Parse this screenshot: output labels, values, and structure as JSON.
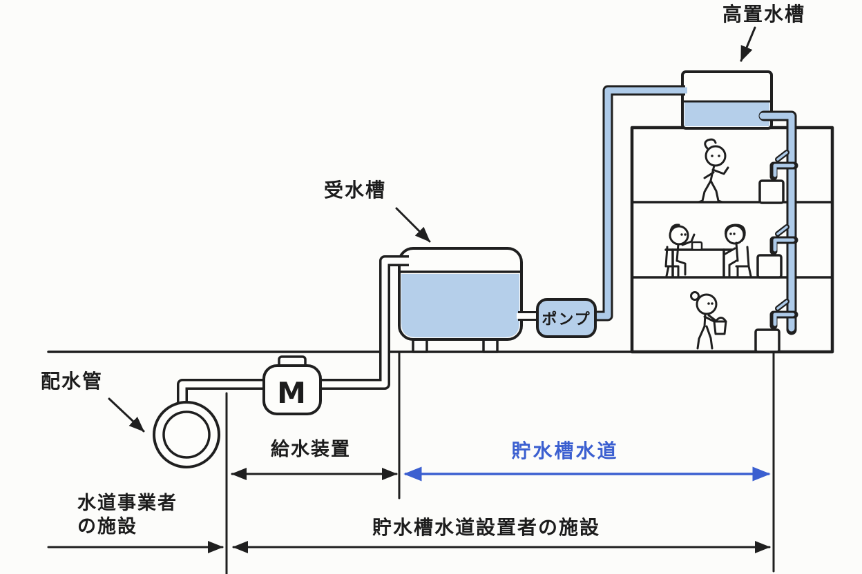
{
  "diagram": {
    "labels": {
      "elevated_tank": "高置水槽",
      "receiving_tank": "受水槽",
      "pump": "ポンプ",
      "meter": "M",
      "distribution_pipe": "配水管",
      "supply_equipment": "給水装置",
      "storage_tank_waterworks": "貯水槽水道",
      "utility_facility_line1": "水道事業者",
      "utility_facility_line2": "の施設",
      "installer_facility": "貯水槽水道設置者の施設"
    },
    "colors": {
      "water_blue": "#b5cfea",
      "pipe_blue": "#aecbe9",
      "accent_blue": "#3b5fd0",
      "ink": "#1f1f1f",
      "background": "#fcfcfa"
    }
  }
}
